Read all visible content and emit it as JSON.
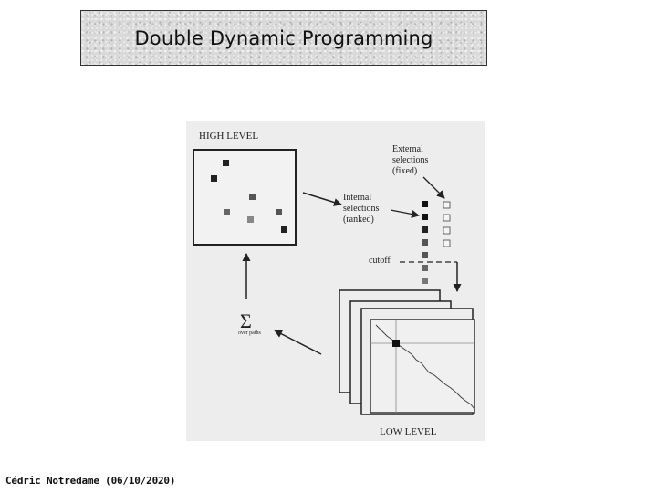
{
  "slide": {
    "title": "Double Dynamic Programming",
    "footer": "Cédric Notredame (06/10/2020)"
  },
  "figure": {
    "high_level_label": "HIGH LEVEL",
    "low_level_label": "LOW LEVEL",
    "external_label": [
      "External",
      "selections",
      "(fixed)"
    ],
    "internal_label": [
      "Internal",
      "selections",
      "(ranked)"
    ],
    "cutoff_label": "cutoff",
    "sum_symbol": "Σ",
    "sum_caption": "over paths"
  }
}
